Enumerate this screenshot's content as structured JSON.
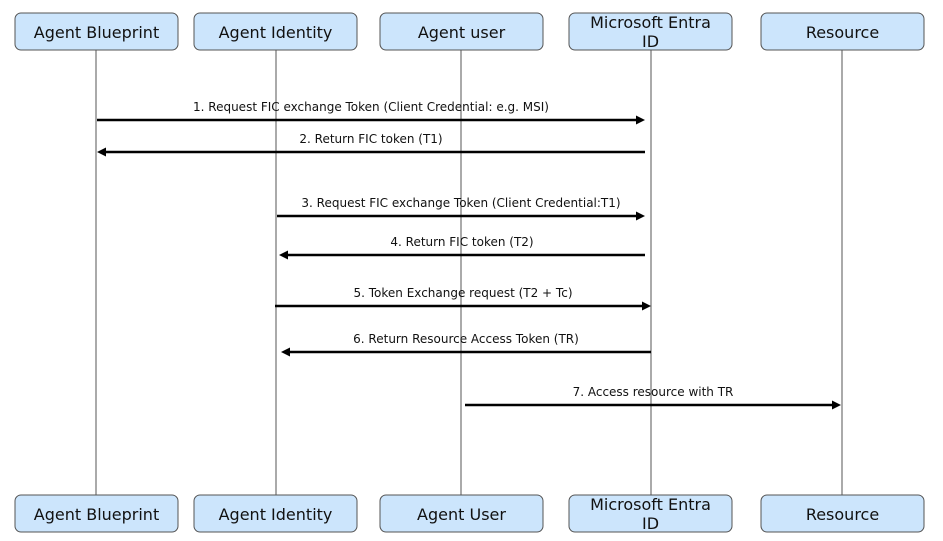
{
  "participants": [
    {
      "id": "blueprint",
      "top_label": [
        "Agent Blueprint"
      ],
      "bottom_label": [
        "Agent Blueprint"
      ]
    },
    {
      "id": "identity",
      "top_label": [
        "Agent Identity"
      ],
      "bottom_label": [
        "Agent Identity"
      ]
    },
    {
      "id": "user",
      "top_label": [
        "Agent user"
      ],
      "bottom_label": [
        "Agent User"
      ]
    },
    {
      "id": "entra",
      "top_label": [
        "Microsoft Entra",
        "ID"
      ],
      "bottom_label": [
        "Microsoft Entra",
        "ID"
      ]
    },
    {
      "id": "resource",
      "top_label": [
        "Resource"
      ],
      "bottom_label": [
        "Resource"
      ]
    }
  ],
  "messages": [
    {
      "from": "blueprint",
      "to": "entra",
      "label": "1. Request FIC exchange Token (Client Credential: e.g. MSI)"
    },
    {
      "from": "entra",
      "to": "blueprint",
      "label": "2. Return FIC token (T1)"
    },
    {
      "from": "identity",
      "to": "entra",
      "label": "3. Request FIC exchange Token (Client Credential:T1)"
    },
    {
      "from": "entra",
      "to": "identity",
      "label": "4. Return FIC token (T2)"
    },
    {
      "from": "identity",
      "to": "entra",
      "label": "5. Token Exchange request (T2 + Tc)"
    },
    {
      "from": "entra",
      "to": "identity",
      "label": "6. Return Resource Access Token (TR)"
    },
    {
      "from": "user",
      "to": "resource",
      "label": "7. Access resource with TR"
    }
  ]
}
